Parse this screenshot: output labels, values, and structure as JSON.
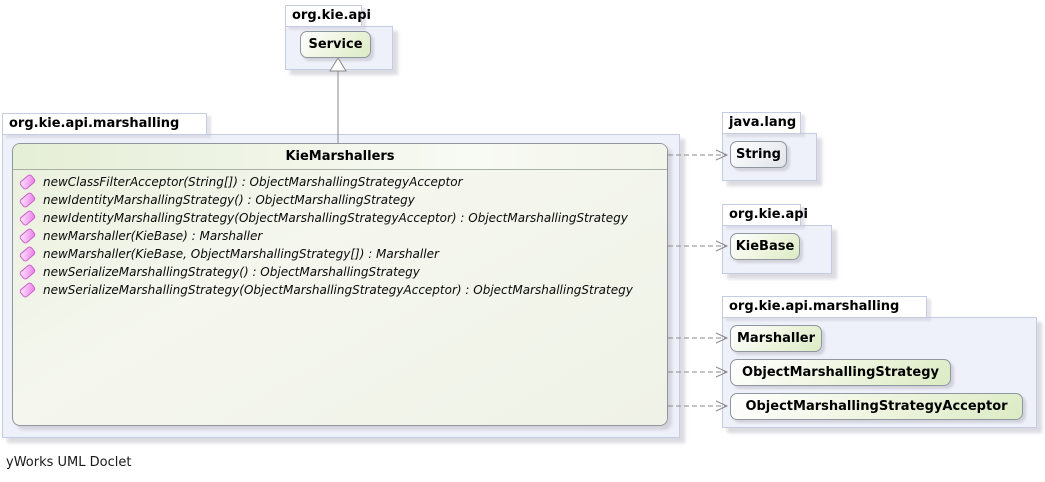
{
  "footer": "yWorks UML Doclet",
  "colors": {
    "package_fill": "#EFF1FA",
    "package_border": "#C5CBE3",
    "class_green": "#DCEBC4",
    "class_gray": "#E0E3EA",
    "box_border": "#8F969F",
    "connector": "#8A8A8A",
    "method_icon_pink": "#E87AE8"
  },
  "top_package": {
    "name": "org.kie.api",
    "class": "Service"
  },
  "main_package": {
    "name": "org.kie.api.marshalling",
    "class": {
      "title": "KieMarshallers",
      "methods": [
        "newClassFilterAcceptor(String[]) : ObjectMarshallingStrategyAcceptor",
        "newIdentityMarshallingStrategy() : ObjectMarshallingStrategy",
        "newIdentityMarshallingStrategy(ObjectMarshallingStrategyAcceptor) : ObjectMarshallingStrategy",
        "newMarshaller(KieBase) : Marshaller",
        "newMarshaller(KieBase, ObjectMarshallingStrategy[]) : Marshaller",
        "newSerializeMarshallingStrategy() : ObjectMarshallingStrategy",
        "newSerializeMarshallingStrategy(ObjectMarshallingStrategyAcceptor) : ObjectMarshallingStrategy"
      ]
    }
  },
  "java_lang_package": {
    "name": "java.lang",
    "class": "String"
  },
  "kie_api_package": {
    "name": "org.kie.api",
    "class": "KieBase"
  },
  "marshalling_package": {
    "name": "org.kie.api.marshalling",
    "classes": [
      "Marshaller",
      "ObjectMarshallingStrategy",
      "ObjectMarshallingStrategyAcceptor"
    ]
  }
}
